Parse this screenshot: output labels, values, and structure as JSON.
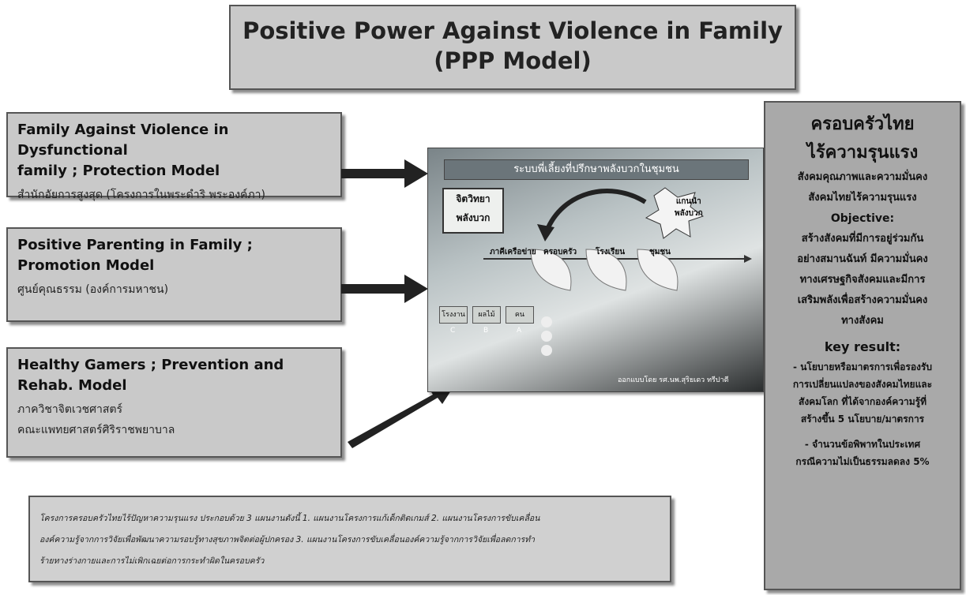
{
  "title": {
    "line1": "Positive Power Against Violence in Family",
    "line2": "(PPP Model)"
  },
  "models": [
    {
      "heading_line1": "Family Against Violence in Dysfunctional",
      "heading_line2": "family ; Protection Model",
      "sub": "สำนักอัยการสูงสุด (โครงการในพระดำริ พระองค์ภา)"
    },
    {
      "heading_line1": "Positive Parenting in Family ;",
      "heading_line2": "Promotion Model",
      "sub": "ศูนย์คุณธรรม (องค์การมหาชน)"
    },
    {
      "heading_line1": "Healthy Gamers ; Prevention and",
      "heading_line2": "Rehab. Model",
      "sub_line1": "ภาควิชาจิตเวชศาสตร์",
      "sub_line2": "คณะแพทยศาสตร์ศิริราชพยาบาล"
    }
  ],
  "center": {
    "title": "ระบบพี่เลี้ยงที่ปรึกษาพลังบวกในชุมชน",
    "psy_line1": "จิตวิทยา",
    "psy_line2": "พลังบวก",
    "leader_line1": "แกนนำ",
    "leader_line2": "พลังบวก",
    "stages": [
      "ภาคีเครือข่าย",
      "ครอบครัว",
      "โรงเรียน",
      "ชุมชน"
    ],
    "small_boxes": [
      "โรงงาน",
      "ผลไม้",
      "คน"
    ],
    "small_labels": [
      "C",
      "B",
      "A"
    ],
    "credit": "ออกแบบโดย รศ.นพ.สุริยเดว ทรีปาตี"
  },
  "right": {
    "heading_line1": "ครอบครัวไทย",
    "heading_line2": "ไร้ความรุนแรง",
    "line1": "สังคมคุณภาพและความมั่นคง",
    "line2": "สังคมไทยไร้ความรุนแรง",
    "objective_label": "Objective:",
    "objective": [
      "สร้างสังคมที่มีการอยู่ร่วมกัน",
      "อย่างสมานฉันท์ มีความมั่นคง",
      "ทางเศรษฐกิจสังคมและมีการ",
      "เสริมพลังเพื่อสร้างความมั่นคง",
      "ทางสังคม"
    ],
    "key_result_label": "key result:",
    "key_result_1": [
      "- นโยบายหรือมาตรการเพื่อรองรับ",
      "การเปลี่ยนแปลงของสังคมไทยและ",
      "สังคมโลก ที่ได้จากองค์ความรู้ที่",
      "สร้างขึ้น 5 นโยบาย/มาตรการ"
    ],
    "key_result_2": [
      "- จำนวนข้อพิพาทในประเทศ",
      "กรณีความไม่เป็นธรรมลดลง 5%"
    ]
  },
  "note": {
    "lines": [
      "โครงการครอบครัวไทยไร้ปัญหาความรุนแรง ประกอบด้วย 3 แผนงานดังนี้ 1. แผนงานโครงการแก้เด็กติดเกมส์ 2. แผนงานโครงการขับเคลื่อน",
      "องค์ความรู้จากการวิจัยเพื่อพัฒนาความรอบรู้ทางสุขภาพจิตต่อผู้ปกครอง 3. แผนงานโครงการขับเคลื่อนองค์ความรู้จากการวิจัยเพื่อลดการทำ",
      "ร้ายทางร่างกายและการไม่เพิกเฉยต่อการกระทำผิดในครอบครัว"
    ]
  },
  "colors": {
    "box_fill": "#c9c9c9",
    "right_fill": "#a9a9a9",
    "arrow": "#222222"
  }
}
